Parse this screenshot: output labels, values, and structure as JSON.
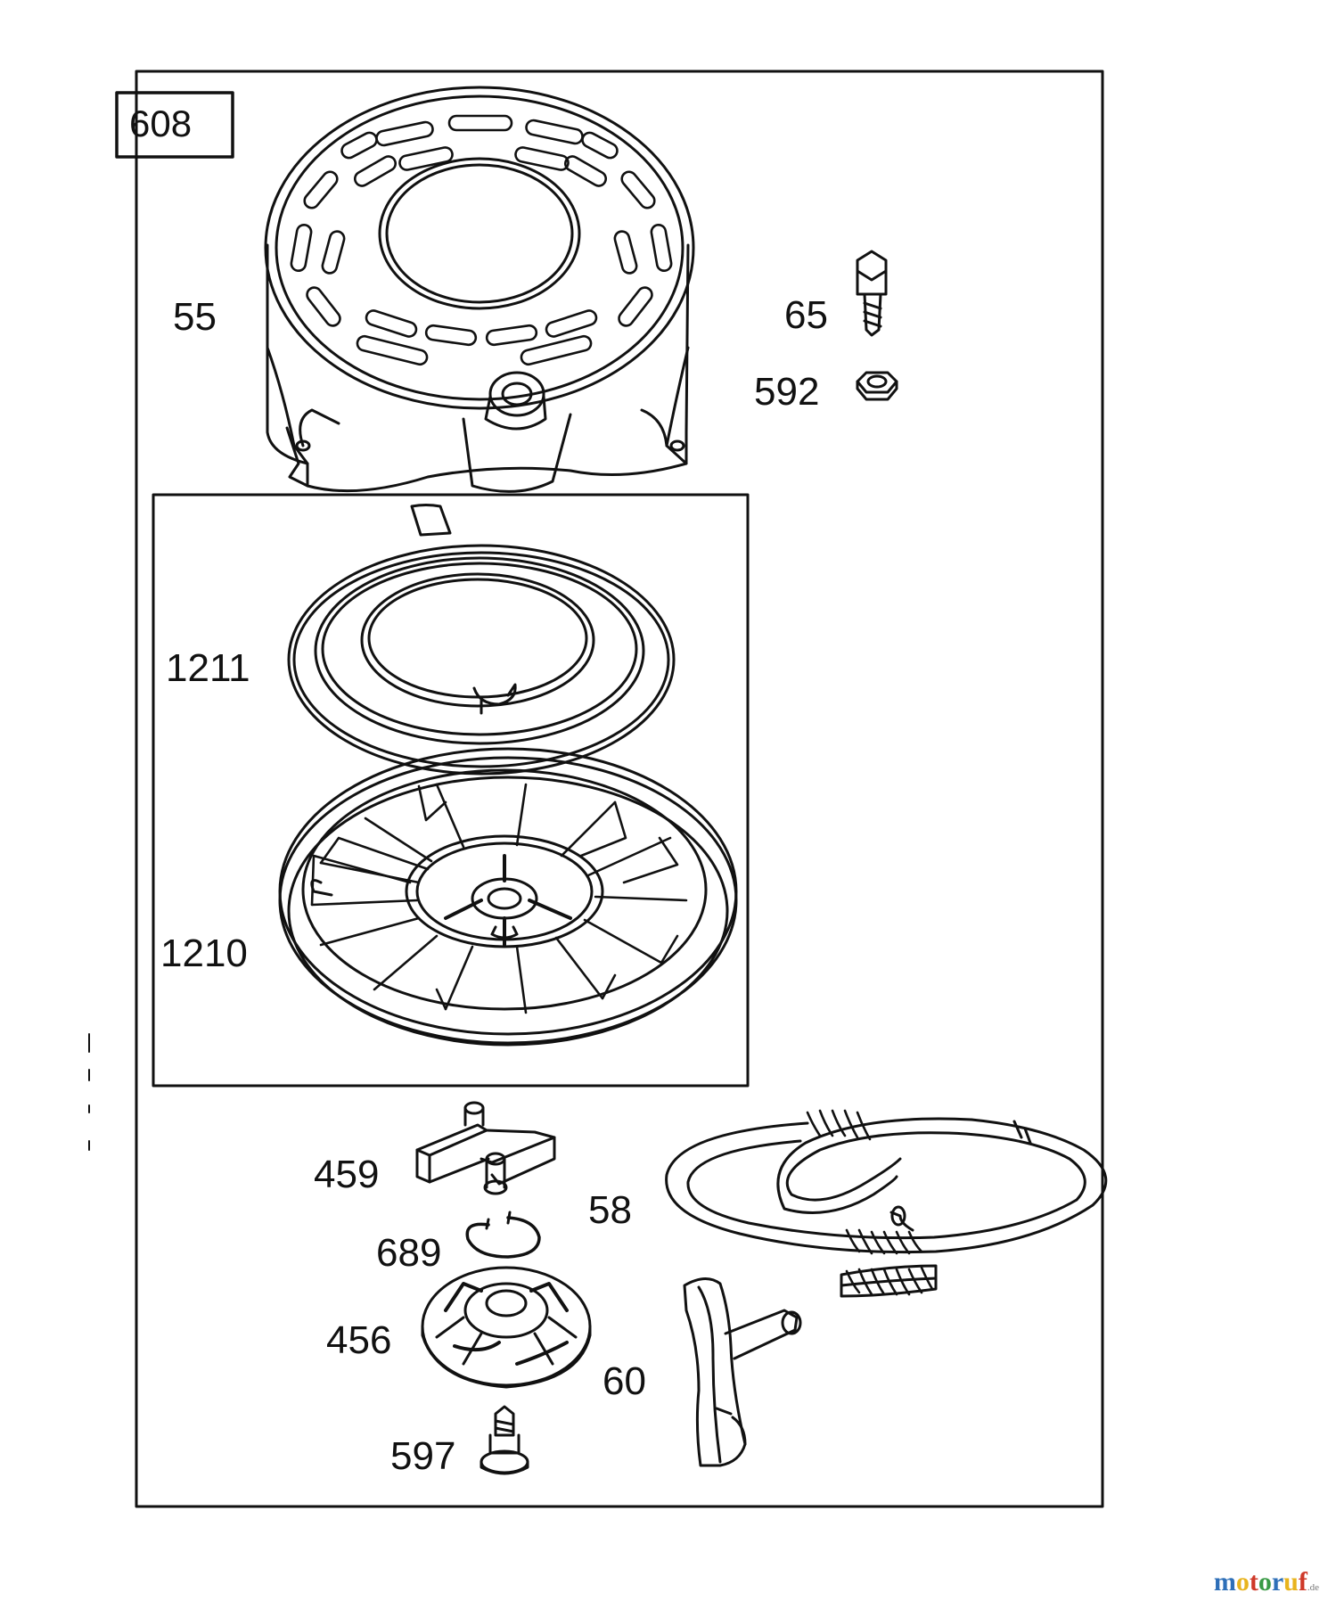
{
  "kit_label": "608",
  "parts": [
    {
      "id": "55",
      "name": "blower-housing"
    },
    {
      "id": "65",
      "name": "screw"
    },
    {
      "id": "592",
      "name": "nut"
    },
    {
      "id": "1211",
      "name": "rewind-spring"
    },
    {
      "id": "1210",
      "name": "pulley"
    },
    {
      "id": "459",
      "name": "dog"
    },
    {
      "id": "58",
      "name": "starter-rope"
    },
    {
      "id": "689",
      "name": "retainer-ring"
    },
    {
      "id": "456",
      "name": "retainer"
    },
    {
      "id": "60",
      "name": "handle"
    },
    {
      "id": "597",
      "name": "screw-center"
    }
  ],
  "watermark": {
    "text": "motoruf",
    "domain": ".de",
    "colors": [
      "#2e6fb8",
      "#e8b41e",
      "#cf3a2a",
      "#3a9a46"
    ]
  }
}
